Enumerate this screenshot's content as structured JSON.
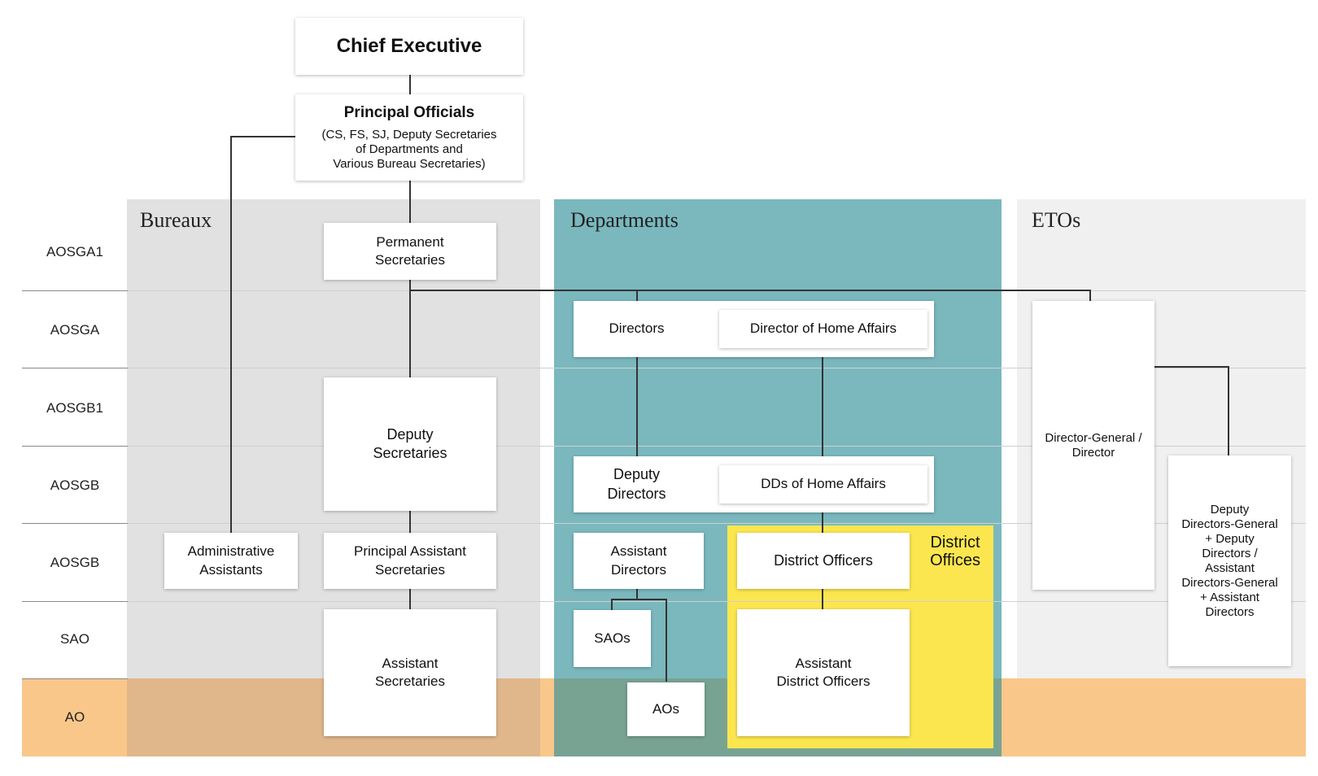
{
  "chief": {
    "title": "Chief Executive"
  },
  "principal": {
    "title": "Principal Officials",
    "subtitle": "(CS, FS, SJ, Deputy Secretaries\nof Departments and\nVarious Bureau Secretaries)"
  },
  "grades": [
    "AOSGA1",
    "AOSGA",
    "AOSGB1",
    "AOSGB",
    "AOSGB",
    "SAO",
    "AO"
  ],
  "sections": {
    "bureaux": "Bureaux",
    "departments": "Departments",
    "etos": "ETOs"
  },
  "bureaux": {
    "permanent": "Permanent\nSecretaries",
    "deputy": "Deputy\nSecretaries",
    "admin": "Administrative\nAssistants",
    "principal_assistant": "Principal Assistant\nSecretaries",
    "assistant": "Assistant\nSecretaries"
  },
  "departments": {
    "directors": "Directors",
    "director_home_affairs": "Director of Home Affairs",
    "deputy_directors": "Deputy\nDirectors",
    "dds_home_affairs": "DDs of Home Affairs",
    "assistant_directors": "Assistant\nDirectors",
    "saos": "SAOs",
    "aos": "AOs",
    "district_offices": "District\nOffices",
    "district_officers": "District Officers",
    "assistant_district_officers": "Assistant\nDistrict Officers"
  },
  "etos": {
    "dg": "Director-General /\nDirector",
    "deputy": "Deputy\nDirectors-General\n+ Deputy\nDirectors /\nAssistant\nDirectors-General\n+ Assistant\nDirectors"
  },
  "colors": {
    "bureaux_bg": "#e1e1e1",
    "departments_bg": "#7ab8be",
    "etos_bg": "#f0f0f0",
    "ao_band": "#f9c78a",
    "district_offices": "#fce64f"
  }
}
